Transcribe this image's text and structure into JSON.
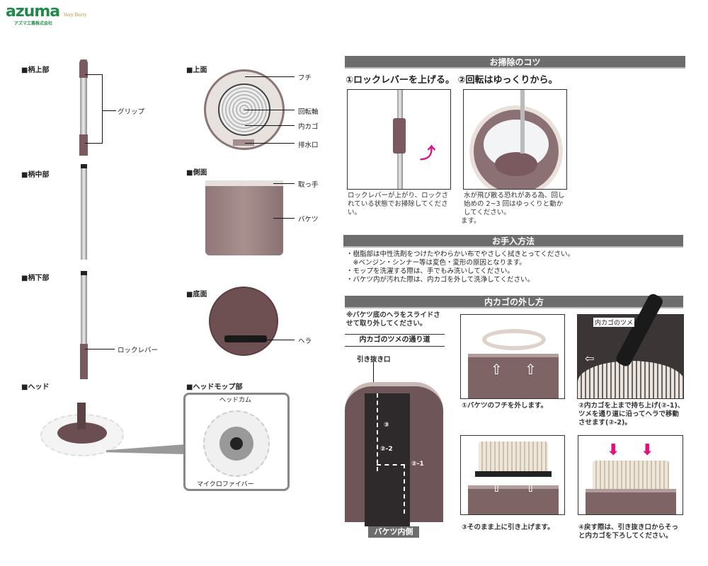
{
  "logo": {
    "brand": "azuma",
    "company": "アズマ工業株式会社",
    "mark": "Very Berry"
  },
  "parts": {
    "handle_top": {
      "title": "■柄上部",
      "grip": "グリップ"
    },
    "handle_mid": {
      "title": "■柄中部"
    },
    "handle_bottom": {
      "title": "■柄下部",
      "lock_lever": "ロックレバー"
    },
    "head": {
      "title": "■ヘッド"
    },
    "top_view": {
      "title": "■上面",
      "labels": [
        "フチ",
        "回転軸",
        "内カゴ",
        "排水口"
      ]
    },
    "side_view": {
      "title": "■側面",
      "labels": [
        "取っ手",
        "バケツ"
      ]
    },
    "bottom_view": {
      "title": "■底面",
      "labels": [
        "ヘラ"
      ]
    },
    "head_mop": {
      "title": "■ヘッドモップ部",
      "cam": "ヘッドカム",
      "fiber": "マイクロファイバー"
    }
  },
  "tips": {
    "header": "お掃除のコツ",
    "heading": "①ロックレバーを上げる。 ②回転はゆっくりから。",
    "caption1": "ロックレバーが上がり、ロックされている状態でお掃除してください。",
    "caption2": "水が飛び散る恐れがある為、回し始めの 2~3 回はゆっくりと動かしてください。",
    "caption2_extra": "ます。"
  },
  "care": {
    "header": "お手入方法",
    "items": [
      "・樹脂部は中性洗剤をつけたやわらかい布でやさしく拭きとってください。",
      "　※ベンジン・シンナー等は変色・変形の原因となります。",
      "・モップを洗濯する際は、手でもみ洗いしてください。",
      "・バケツ内が汚れた際は、内カゴを外して洗浄してください。"
    ]
  },
  "basket": {
    "header": "内カゴの外し方",
    "note": "※バケツ底のヘラをスライドさせて取り外してください。",
    "path_title": "内カゴのツメの通り道",
    "exit": "引き抜き口",
    "step_marks": [
      "③",
      "②-2",
      "②-1"
    ],
    "inside_label": "バケツ内側",
    "claw_label": "内カゴのツメ",
    "steps": [
      "①バケツのフチを外します。",
      "②内カゴを上まで持ち上げ(②-1)、ツメを通り道に沿ってヘラで移動させます(②-2)。",
      "③そのまま上に引き上げます。",
      "④戻す際は、引き抜き口からそっと内カゴを下ろしてください。"
    ]
  },
  "colors": {
    "brand": "#1f8a4c",
    "brown": "#7a5a5e",
    "bar": "#6d6d6d",
    "accent": "#e0117f"
  }
}
